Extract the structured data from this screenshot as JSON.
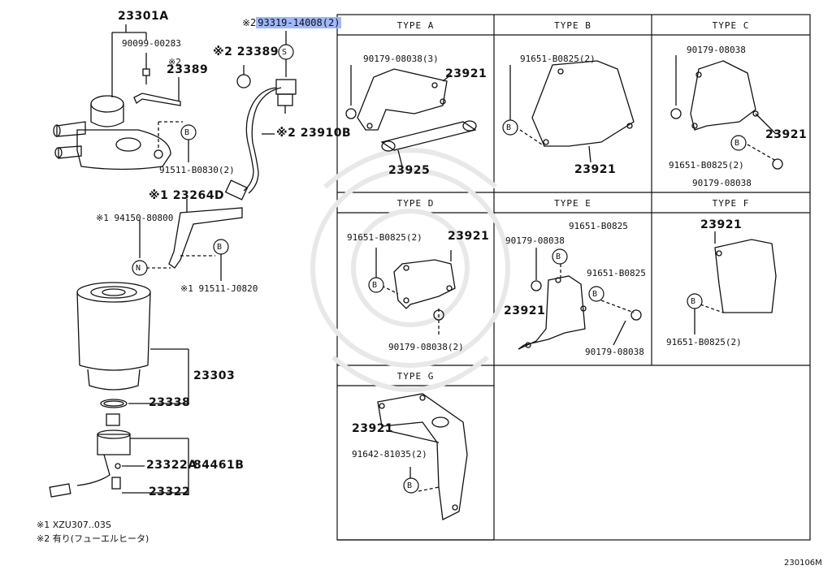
{
  "left": {
    "p23301A": "23301A",
    "p90099": "90099-00283",
    "p23389a": "23389",
    "p23389a_note": "※2",
    "p23389b": "※2 23389",
    "p93319": "93319-14008(2)",
    "p93319_note": "※2",
    "s_mark": "S",
    "p23910B": "※2 23910B",
    "p91511a": "91511-B0830(2)",
    "b_mark": "B",
    "p23264D": "※1 23264D",
    "p94150": "※1 94150-80800",
    "n_mark": "N",
    "p91511b": "※1 91511-J0820",
    "p23303": "23303",
    "p23338": "23338",
    "p23322A": "23322A",
    "p84461B": "84461B",
    "p23322": "23322"
  },
  "notes": {
    "n1": "※1 XZU307..03S",
    "n2": "※2 有り(フューエルヒータ)"
  },
  "types": {
    "a": {
      "title": "TYPE A",
      "l1": "90179-08038(3)",
      "l2": "23921",
      "l3": "23925"
    },
    "b": {
      "title": "TYPE B",
      "l1": "91651-B0825(2)",
      "l2": "23921",
      "b": "B"
    },
    "c": {
      "title": "TYPE C",
      "l1": "90179-08038",
      "l2": "23921",
      "l3": "91651-B0825(2)",
      "l4": "90179-08038",
      "b": "B"
    },
    "d": {
      "title": "TYPE D",
      "l1": "91651-B0825(2)",
      "l2": "23921",
      "l3": "90179-08038(2)",
      "b": "B"
    },
    "e": {
      "title": "TYPE E",
      "l1": "91651-B0825",
      "l2": "90179-08038",
      "l3": "91651-B0825",
      "l4": "23921",
      "l5": "90179-08038",
      "b": "B"
    },
    "f": {
      "title": "TYPE F",
      "l1": "23921",
      "l2": "91651-B0825(2)",
      "b": "B"
    },
    "g": {
      "title": "TYPE G",
      "l1": "23921",
      "l2": "91642-81035(2)",
      "b": "B"
    }
  },
  "diagram_code": "230106M"
}
